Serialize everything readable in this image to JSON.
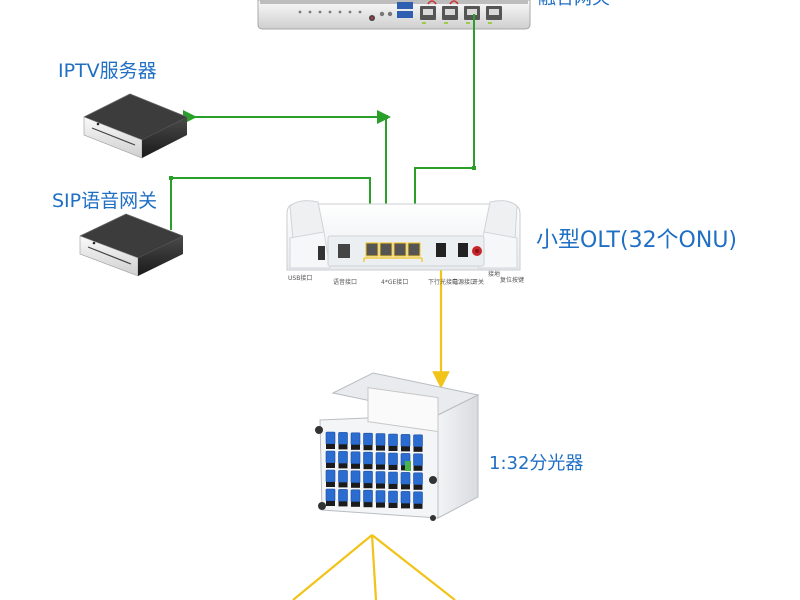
{
  "labels": {
    "top_device": "融合网关",
    "iptv_server": "IPTV服务器",
    "sip_gateway": "SIP语音网关",
    "olt": "小型OLT(32个ONU)",
    "splitter": "1:32分光器"
  },
  "olt_port_labels": {
    "usb": "USB接口",
    "voice": "语音接口",
    "ge": "4*GE接口",
    "pon": "下行光接口",
    "power": "电源接口",
    "switch": "开关",
    "ground": "接地",
    "reset": "复位按键"
  },
  "colors": {
    "ethernet_line": "#2aa02a",
    "fiber_line": "#f2c318",
    "label_text": "#1f6fc4",
    "splitter_port": "#2b6cd0"
  }
}
